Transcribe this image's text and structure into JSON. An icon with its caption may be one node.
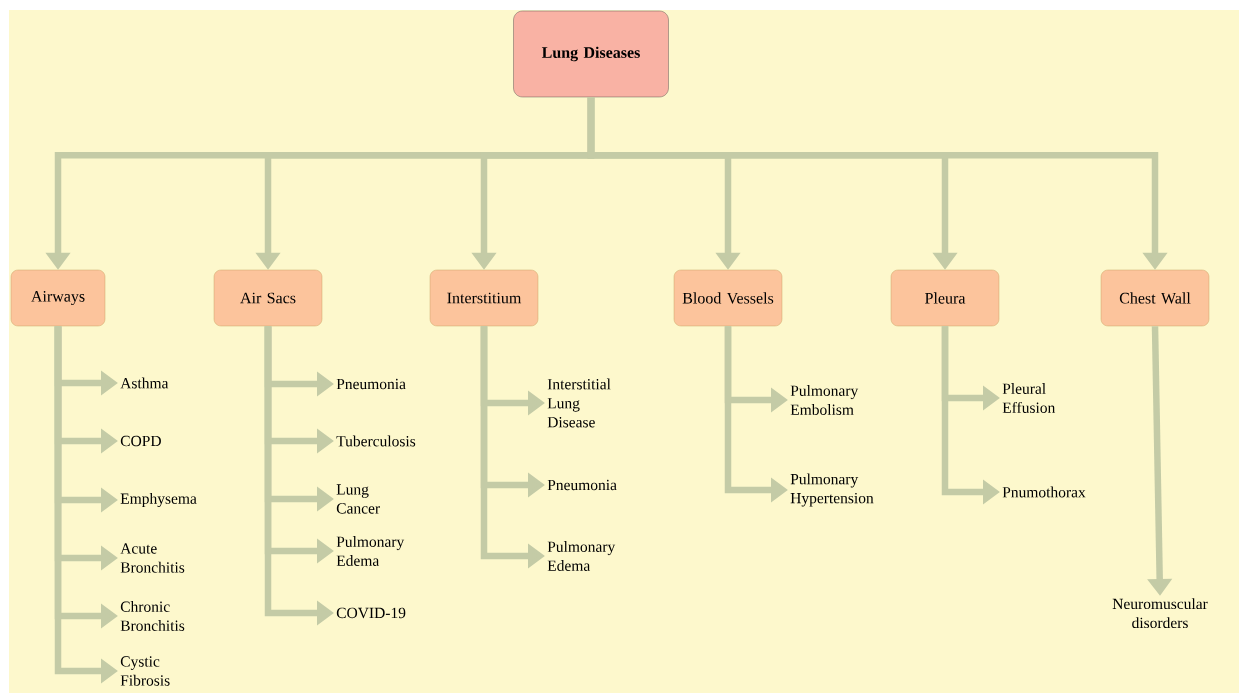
{
  "diagram": {
    "nodes": [
      {
        "text": [
          "Lung Diseases"
        ]
      },
      {
        "text": [
          "Airways"
        ]
      },
      {
        "text": [
          "Air Sacs"
        ]
      },
      {
        "text": [
          "Interstitium"
        ]
      },
      {
        "text": [
          "Blood Vessels"
        ]
      },
      {
        "text": [
          "Pleura"
        ]
      },
      {
        "text": [
          "Chest Wall"
        ]
      },
      {
        "text": [
          "Asthma"
        ]
      },
      {
        "text": [
          "COPD"
        ]
      },
      {
        "text": [
          "Emphysema"
        ]
      },
      {
        "text": [
          "Acute Bronchitis"
        ]
      },
      {
        "text": [
          "Chronic Bronchitis"
        ]
      },
      {
        "text": [
          "Cystic Fibrosis"
        ]
      },
      {
        "text": [
          "Pneumonia"
        ]
      },
      {
        "text": [
          "Tuberculosis"
        ]
      },
      {
        "text": [
          "Lung Cancer"
        ]
      },
      {
        "text": [
          "Pulmonary Edema"
        ]
      },
      {
        "text": [
          "COVID-19"
        ]
      },
      {
        "text": [
          "Interstitial Lung Disease"
        ]
      },
      {
        "text": [
          "Pneumonia"
        ]
      },
      {
        "text": [
          "Pulmonary Edema"
        ]
      },
      {
        "text": [
          "Pulmonary Embolism"
        ]
      },
      {
        "text": [
          "Pulmonary Hypertension"
        ]
      },
      {
        "text": [
          "Pleural Effusion"
        ]
      },
      {
        "text": [
          "Pnumothorax"
        ]
      },
      {
        "text": [
          "Neuromuscular disorders"
        ]
      }
    ],
    "edges": [
      {
        "from": 0,
        "to": 1,
        "arrow": "to"
      },
      {
        "from": 0,
        "to": 2,
        "arrow": "to"
      },
      {
        "from": 0,
        "to": 3,
        "arrow": "to"
      },
      {
        "from": 0,
        "to": 4,
        "arrow": "to"
      },
      {
        "from": 0,
        "to": 5,
        "arrow": "to"
      },
      {
        "from": 0,
        "to": 6,
        "arrow": "to"
      },
      {
        "from": 1,
        "to": 7,
        "arrow": "to"
      },
      {
        "from": 1,
        "to": 8,
        "arrow": "to"
      },
      {
        "from": 1,
        "to": 9,
        "arrow": "to"
      },
      {
        "from": 1,
        "to": 10,
        "arrow": "to"
      },
      {
        "from": 1,
        "to": 11,
        "arrow": "to"
      },
      {
        "from": 1,
        "to": 12,
        "arrow": "to"
      },
      {
        "from": 2,
        "to": 13,
        "arrow": "to"
      },
      {
        "from": 2,
        "to": 14,
        "arrow": "to"
      },
      {
        "from": 2,
        "to": 15,
        "arrow": "to"
      },
      {
        "from": 2,
        "to": 16,
        "arrow": "to"
      },
      {
        "from": 2,
        "to": 17,
        "arrow": "to"
      },
      {
        "from": 3,
        "to": 18,
        "arrow": "to"
      },
      {
        "from": 3,
        "to": 19,
        "arrow": "to"
      },
      {
        "from": 3,
        "to": 20,
        "arrow": "to"
      },
      {
        "from": 4,
        "to": 21,
        "arrow": "to"
      },
      {
        "from": 4,
        "to": 22,
        "arrow": "to"
      },
      {
        "from": 5,
        "to": 23,
        "arrow": "to"
      },
      {
        "from": 5,
        "to": 24,
        "arrow": "to"
      },
      {
        "from": 6,
        "to": 25,
        "arrow": "to"
      }
    ]
  }
}
